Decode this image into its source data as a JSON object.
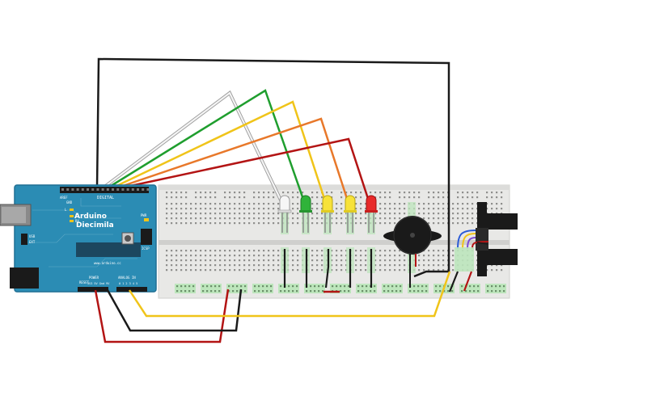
{
  "board": {
    "name_line1": "Arduino",
    "name_line2": "Diecimila",
    "digital_label": "DIGITAL",
    "power_label": "POWER",
    "analog_label": "ANALOG IN",
    "aref_label": "AREF",
    "gnd_label": "GND",
    "tx_label": "TX",
    "rx_label": "RX",
    "pwr_label": "PWR",
    "icsp_label": "ICSP",
    "url_label": "www.arduino.cc",
    "usb_label": "USB",
    "ext_label": "EXT",
    "reset_label": "RESET",
    "power_pins": "3V3 5V Gnd 9V",
    "analog_pins": "0 1 2 3 4 5",
    "l_label": "L"
  },
  "colors": {
    "board": "#2b8cb4",
    "breadboard": "#e8e8e6",
    "wire_black": "#1a1a1a",
    "wire_white": "#f4f4f4",
    "wire_green": "#1f9e2e",
    "wire_yellow": "#f0c419",
    "wire_orange": "#e8782a",
    "wire_red": "#b31414",
    "led_white": "#f6f6f6",
    "led_green": "#2fb33a",
    "led_yellow": "#f7e23a",
    "led_red": "#e82a2a"
  },
  "components": {
    "leds": [
      "white-led",
      "green-led",
      "yellow-led",
      "yellow-led",
      "red-led"
    ],
    "buzzer": "piezo-buzzer",
    "sensor": "infrared-receiver"
  }
}
